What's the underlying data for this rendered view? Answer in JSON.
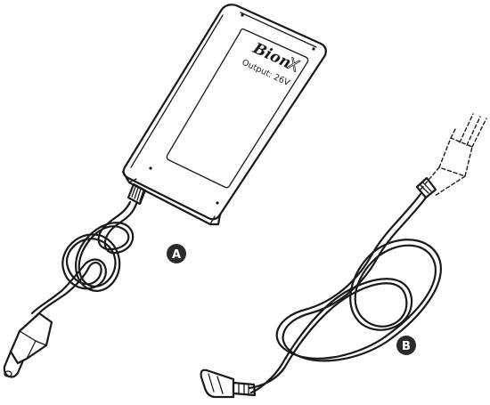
{
  "charger": {
    "brand": "Bion",
    "brand_mark": "X",
    "output_text": "Output: 26V"
  },
  "callouts": {
    "a": "A",
    "b": "B"
  }
}
